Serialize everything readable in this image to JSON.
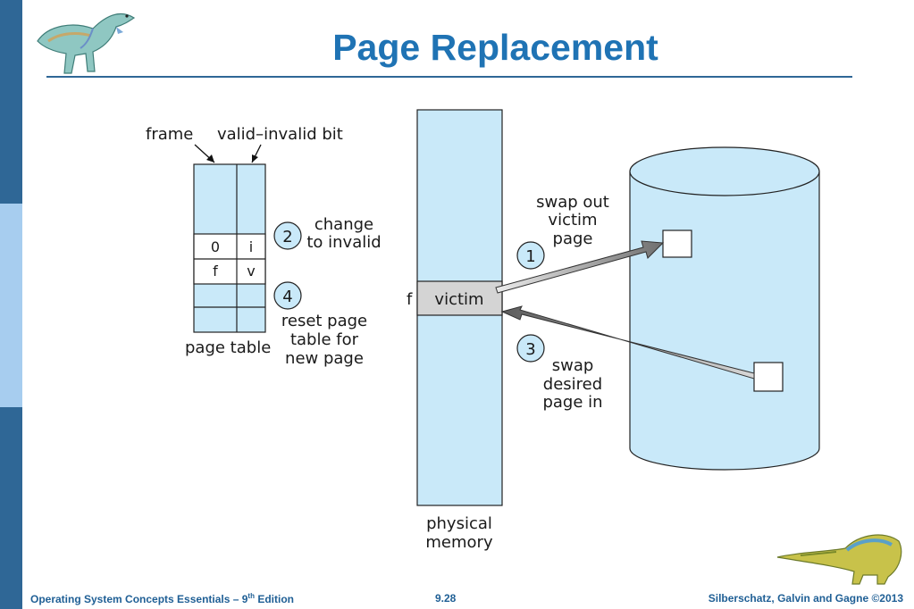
{
  "slide": {
    "title": "Page Replacement"
  },
  "diagram": {
    "page_table": {
      "label_frame": "frame",
      "label_valid_invalid": "valid–invalid bit",
      "caption": "page table",
      "rows": [
        {
          "frame": "",
          "bit": ""
        },
        {
          "frame": "0",
          "bit": "i"
        },
        {
          "frame": "f",
          "bit": "v"
        },
        {
          "frame": "",
          "bit": ""
        },
        {
          "frame": "",
          "bit": ""
        }
      ]
    },
    "steps": [
      {
        "number": "1",
        "text_lines": [
          "swap out",
          "victim",
          "page"
        ]
      },
      {
        "number": "2",
        "text_lines": [
          "change",
          "to invalid"
        ]
      },
      {
        "number": "3",
        "text_lines": [
          "swap",
          "desired",
          "page in"
        ]
      },
      {
        "number": "4",
        "text_lines": [
          "reset page",
          "table for",
          "new page"
        ]
      }
    ],
    "physical_memory": {
      "caption_lines": [
        "physical",
        "memory"
      ],
      "frame_label": "f",
      "victim_label": "victim"
    }
  },
  "footer": {
    "left": "Operating System Concepts Essentials – 9",
    "left_sup": "th",
    "left_end": " Edition",
    "center": "9.28",
    "right": "Silberschatz, Galvin and Gagne ©2013"
  },
  "colors": {
    "sidebar": "#2f6796",
    "sidebar_light": "#a7cdef",
    "title": "#1f73b4",
    "diagram_fill": "#c9e9f9",
    "victim_fill": "#d4d4d4",
    "footer_text": "#1f5f95"
  }
}
